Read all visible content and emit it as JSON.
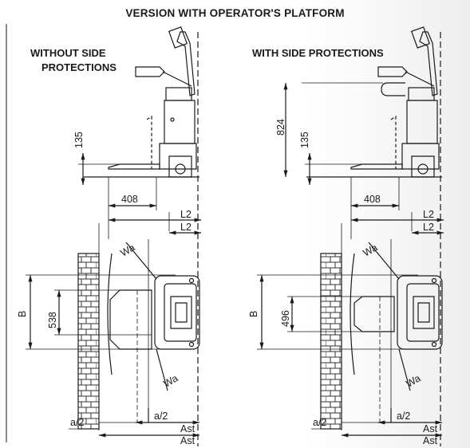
{
  "title": "VERSION WITH OPERATOR'S PLATFORM",
  "left": {
    "header_line1": "WITHOUT SIDE",
    "header_line2": "PROTECTIONS",
    "dim_height": "135",
    "dim_fork": "408",
    "dim_L2_outer": "L2",
    "dim_L2_inner": "L2",
    "dim_Wa_top": "Wa",
    "dim_Wa_bottom": "Wa",
    "dim_B": "B",
    "dim_width": "538",
    "dim_a2_bottom": "a/2",
    "dim_a2_inner": "a/2",
    "dim_Ast_inner": "Ast",
    "dim_Ast_outer": "Ast"
  },
  "right": {
    "header": "WITH SIDE PROTECTIONS",
    "dim_rail_height": "824",
    "dim_height": "135",
    "dim_fork": "408",
    "dim_L2_outer": "L2",
    "dim_L2_inner": "L2",
    "dim_Wa_top": "Wa",
    "dim_Wa_bottom": "Wa",
    "dim_B": "B",
    "dim_width": "496",
    "dim_a2_bottom": "a/2",
    "dim_a2_inner": "a/2",
    "dim_Ast_inner": "Ast",
    "dim_Ast_outer": "Ast"
  }
}
